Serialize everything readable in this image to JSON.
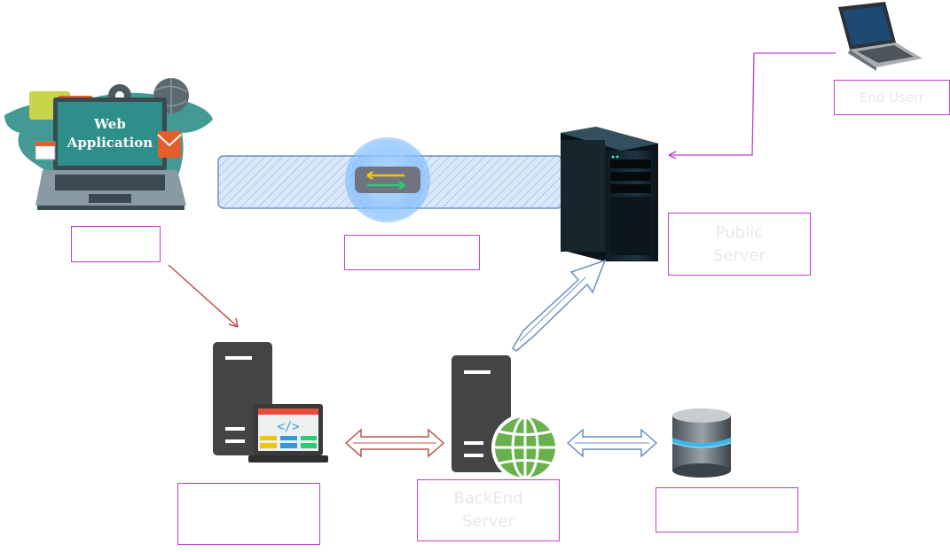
{
  "diagram": {
    "nodes": {
      "web_app": {
        "icon_text_1": "Web",
        "icon_text_2": "Application",
        "label": ""
      },
      "tunnel": {
        "label": ""
      },
      "public_server": {
        "label": "Public\nServer"
      },
      "end_user": {
        "label": "End Userr"
      },
      "dev_server": {
        "label": ""
      },
      "backend_server": {
        "label": "BackEnd\nServer"
      },
      "database": {
        "label": ""
      }
    },
    "colors": {
      "label_border": "#c43fcf",
      "label_text": "#e8e8e8",
      "arrow_red": "#c0504d",
      "arrow_blue": "#6c8ebf",
      "tunnel_fill": "#dae8fc",
      "tunnel_stroke": "#6c8ebf",
      "link_magenta": "#c43fcf"
    }
  }
}
